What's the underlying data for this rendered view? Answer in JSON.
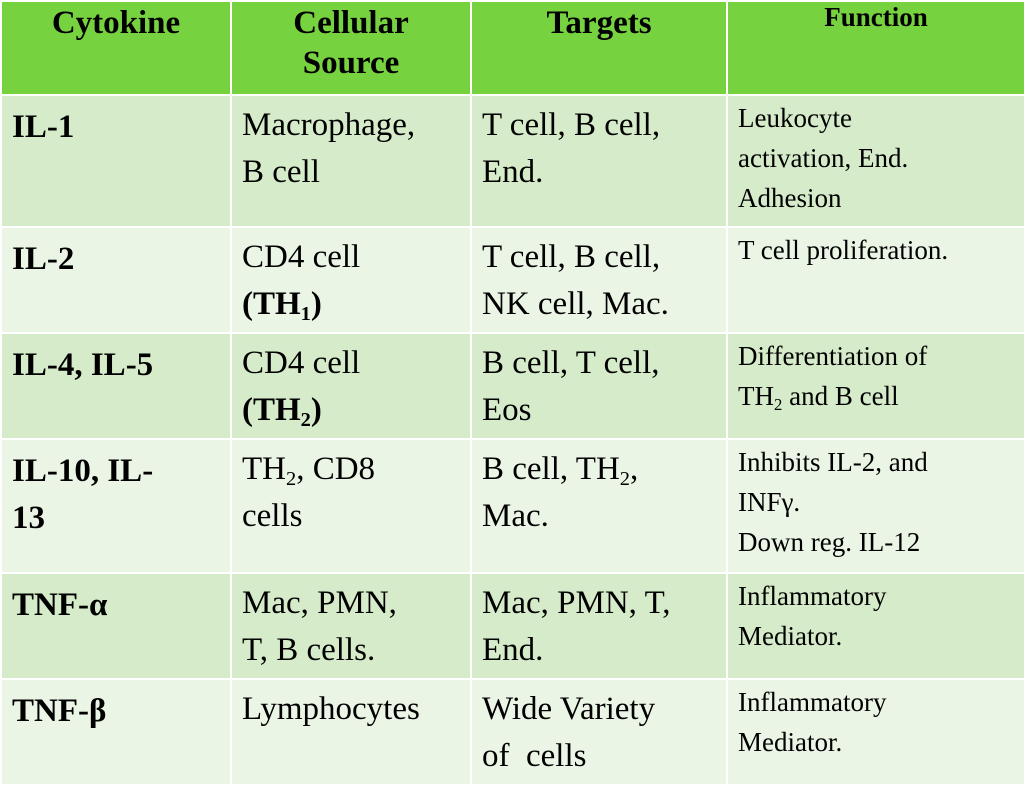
{
  "header": {
    "cytokine": "Cytokine",
    "source": [
      "Cellular",
      "Source"
    ],
    "targets": "Targets",
    "function": "Function"
  },
  "rows": [
    {
      "cytokine": "IL-1",
      "source": [
        "Macrophage,",
        "B cell"
      ],
      "targets": [
        "T cell, B cell,",
        "End."
      ],
      "function": [
        "Leukocyte",
        "activation, End.",
        "Adhesion"
      ]
    },
    {
      "cytokine": "IL-2",
      "source": {
        "line1": "CD4 cell",
        "open": "(TH",
        "sub": "1",
        "close": ")"
      },
      "targets": [
        "T cell, B cell,",
        "NK cell, Mac."
      ],
      "function": [
        "T cell proliferation."
      ]
    },
    {
      "cytokine": "IL-4, IL-5",
      "source": {
        "line1": "CD4 cell",
        "open": "(TH",
        "sub": "2",
        "close": ")"
      },
      "targets": [
        "B cell, T cell,",
        "Eos"
      ],
      "function": {
        "line1": "Differentiation of",
        "pre": "TH",
        "sub": "2",
        "post": " and B cell"
      }
    },
    {
      "cytokine": [
        "IL-10, IL-",
        "13"
      ],
      "source": {
        "pre": "TH",
        "sub": "2",
        "post": ", CD8",
        "line2": "cells"
      },
      "targets": {
        "pre": "B cell, TH",
        "sub": "2",
        "post": ",",
        "line2": "Mac."
      },
      "function": [
        "Inhibits IL-2, and",
        "INFγ.",
        "Down reg. IL-12"
      ]
    },
    {
      "cytokine": "TNF-α",
      "source": [
        "Mac, PMN,",
        "T, B cells."
      ],
      "targets": [
        "Mac, PMN, T,",
        "End."
      ],
      "function": [
        "Inflammatory",
        "Mediator."
      ]
    },
    {
      "cytokine": "TNF-β",
      "source": [
        "Lymphocytes"
      ],
      "targets": [
        "Wide Variety",
        "of  cells"
      ],
      "function": [
        "Inflammatory",
        "Mediator."
      ]
    }
  ],
  "colors": {
    "header_bg": "#77d240",
    "row_dark": "#d6ebc9",
    "row_light": "#ebf5e6",
    "grid_lines": "#ffffff"
  }
}
